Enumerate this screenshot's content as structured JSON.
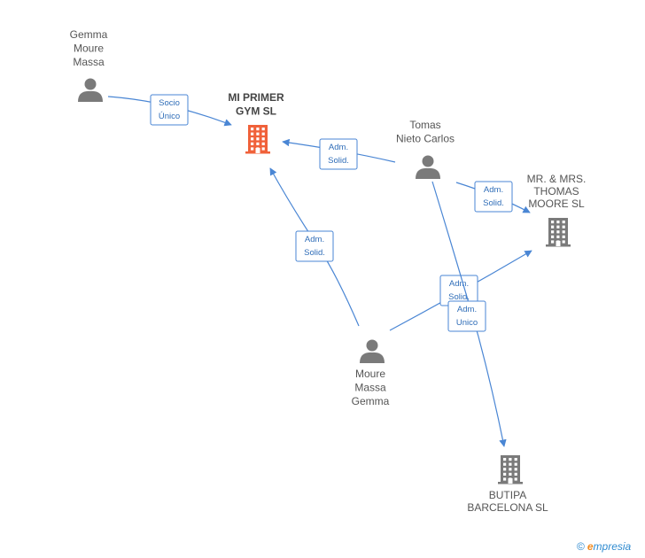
{
  "colors": {
    "person": "#7a7a7a",
    "company": "#7a7a7a",
    "main_company": "#f0613a",
    "edge": "#4a86d4",
    "edge_text": "#2f6db8"
  },
  "nodes": [
    {
      "id": "gemma",
      "type": "person",
      "icon": "person-icon",
      "lines": [
        "Gemma",
        "Moure",
        "Massa"
      ]
    },
    {
      "id": "mi",
      "type": "main",
      "icon": "building-icon",
      "lines": [
        "MI PRIMER",
        "GYM SL"
      ]
    },
    {
      "id": "tomas",
      "type": "person",
      "icon": "person-icon",
      "lines": [
        "Tomas",
        "Nieto Carlos"
      ]
    },
    {
      "id": "moore",
      "type": "company",
      "icon": "building-icon",
      "lines": [
        "MR. & MRS.",
        "THOMAS",
        "MOORE SL"
      ]
    },
    {
      "id": "mmg",
      "type": "person",
      "icon": "person-icon",
      "lines": [
        "Moure",
        "Massa",
        "Gemma"
      ]
    },
    {
      "id": "butipa",
      "type": "company",
      "icon": "building-icon",
      "lines": [
        "BUTIPA",
        "BARCELONA SL"
      ]
    }
  ],
  "edges": [
    {
      "from": "gemma",
      "to": "mi",
      "label": [
        "Socio",
        "Único"
      ]
    },
    {
      "from": "tomas",
      "to": "mi",
      "label": [
        "Adm.",
        "Solid."
      ]
    },
    {
      "from": "tomas",
      "to": "moore",
      "label": [
        "Adm.",
        "Solid."
      ]
    },
    {
      "from": "mmg",
      "to": "mi",
      "label": [
        "Adm.",
        "Solid."
      ]
    },
    {
      "from": "mmg",
      "to": "moore",
      "label": [
        "Adm.",
        "Solid."
      ]
    },
    {
      "from": "tomas",
      "to": "butipa",
      "label": [
        "Adm.",
        "Unico"
      ]
    }
  ],
  "footer": {
    "copyright": "©",
    "brand_e": "e",
    "brand_rest": "mpresia"
  }
}
